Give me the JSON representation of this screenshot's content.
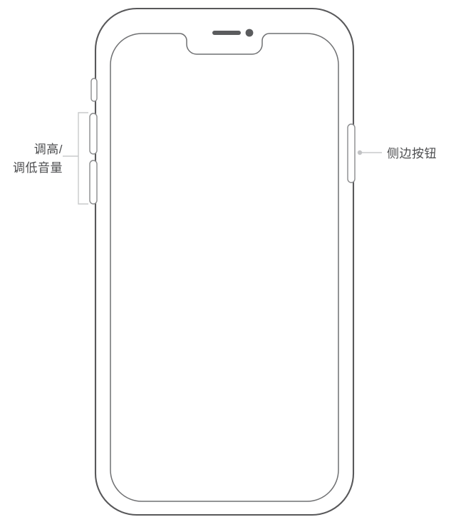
{
  "diagram": {
    "title": "iPhone Front View Button Diagram",
    "device": "iPhone",
    "background_color": "#ffffff",
    "outline_color": "#58585a",
    "screen_outline_color": "#6f7072",
    "hardware_color": "#8a8b8d",
    "leader_color": "#c9cacb",
    "text_color": "#4c4d4f"
  },
  "callouts": {
    "volume": {
      "name": "volume-buttons",
      "line1": "调高/",
      "line2": "调低音量",
      "side": "left"
    },
    "side_button": {
      "name": "side-button",
      "label": "侧边按钮",
      "side": "right"
    }
  },
  "hardware": {
    "ring_silent_switch": "ring-silent-switch",
    "volume_up_button": "volume-up-button",
    "volume_down_button": "volume-down-button",
    "side_button": "side-button",
    "earpiece_speaker": "earpiece-speaker",
    "front_camera": "front-camera",
    "notch": "notch",
    "screen": "screen",
    "device_body": "device-body"
  }
}
